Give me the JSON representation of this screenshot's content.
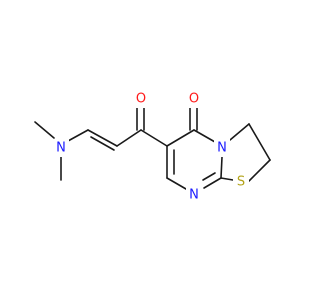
{
  "molecule": {
    "atoms": [
      {
        "id": "N_amine",
        "label": "N",
        "color": "#1a1aff"
      },
      {
        "id": "O_ketone",
        "label": "O",
        "color": "#ff1a1a"
      },
      {
        "id": "O_ring",
        "label": "O",
        "color": "#ff1a1a"
      },
      {
        "id": "N_ring_fused",
        "label": "N",
        "color": "#1a1aff"
      },
      {
        "id": "N_ring_imine",
        "label": "N",
        "color": "#1a1aff"
      },
      {
        "id": "S_ring",
        "label": "S",
        "color": "#b3a31a"
      }
    ]
  }
}
